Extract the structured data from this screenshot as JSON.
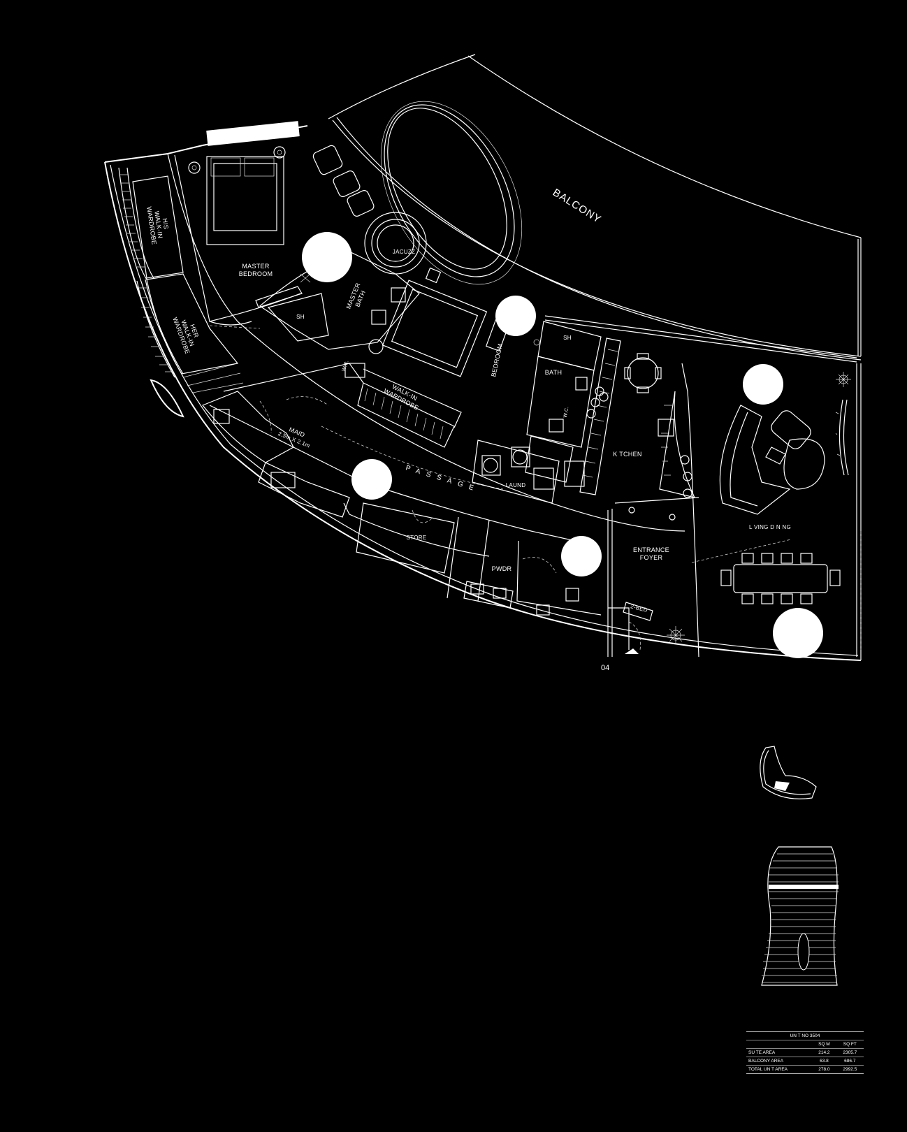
{
  "plan": {
    "rooms": {
      "balcony": "BALCONY",
      "his_wardrobe": [
        "HIS",
        "WALK-IN",
        "WARDROBE"
      ],
      "her_wardrobe": [
        "HER",
        "WALK-IN",
        "WARDROBE"
      ],
      "master_bedroom": [
        "MASTER",
        "BEDROOM"
      ],
      "master_bath": [
        "MASTER",
        "BATH"
      ],
      "jacuzzi": "JACUZZ",
      "sh_master": "SH",
      "wc_master": "W.C.",
      "walkin_wardrobe": [
        "WALK-IN",
        "WARDROBE"
      ],
      "bedroom": "BEDROOM",
      "sh_bed": "SH",
      "bath": "BATH",
      "wc_bed": "W.C.",
      "kitchen": "K TCHEN",
      "living_dining": "L VING D N NG",
      "maid": [
        "MAID",
        "2.5m X 2.1m"
      ],
      "passage": "PASSAGE",
      "laund": "LAUND",
      "store": "STORE",
      "pwdr": "PWDR",
      "entrance_foyer": [
        "ENTRANCE",
        "FOYER"
      ],
      "two_bed_tag": "2-BED"
    },
    "unit_marker": "04"
  },
  "area_table": {
    "title": "UN T NO 3504",
    "col_sqm": "SQ M",
    "col_sqft": "SQ FT",
    "rows": [
      {
        "label": "SU TE AREA",
        "sqm": "214.2",
        "sqft": "2305.7"
      },
      {
        "label": "BALCONY AREA",
        "sqm": "63.8",
        "sqft": "686.7"
      },
      {
        "label": "TOTAL UN T AREA",
        "sqm": "278.0",
        "sqft": "2992.5"
      }
    ]
  }
}
